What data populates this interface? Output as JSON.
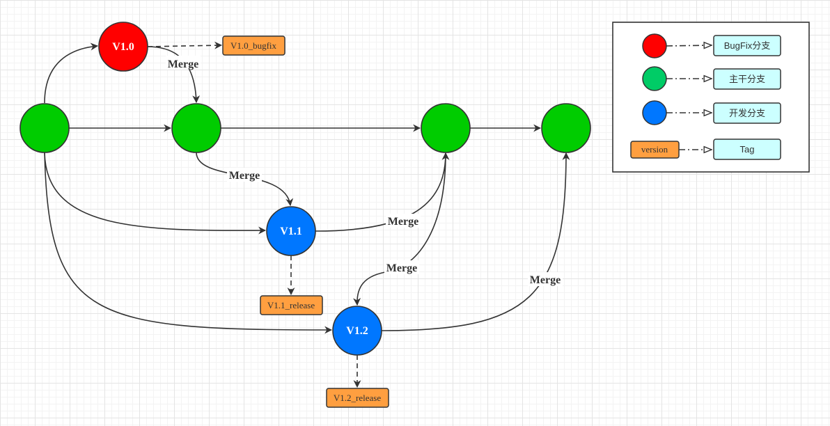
{
  "nodes": {
    "v10": "V1.0",
    "v11": "V1.1",
    "v12": "V1.2"
  },
  "tags": {
    "v10_bugfix": "V1.0_bugfix",
    "v11_release": "V1.1_release",
    "v12_release": "V1.2_release"
  },
  "edge_label": "Merge",
  "legend": {
    "bugfix": "BugFix分支",
    "trunk": "主干分支",
    "dev": "开发分支",
    "version": "version",
    "tag": "Tag"
  },
  "colors": {
    "bugfix": "#ff0000",
    "trunk": "#00cc00",
    "trunk_legend": "#00cc66",
    "dev": "#0077ff",
    "tag": "#ff9f40",
    "legend_tag": "#ccffff"
  }
}
